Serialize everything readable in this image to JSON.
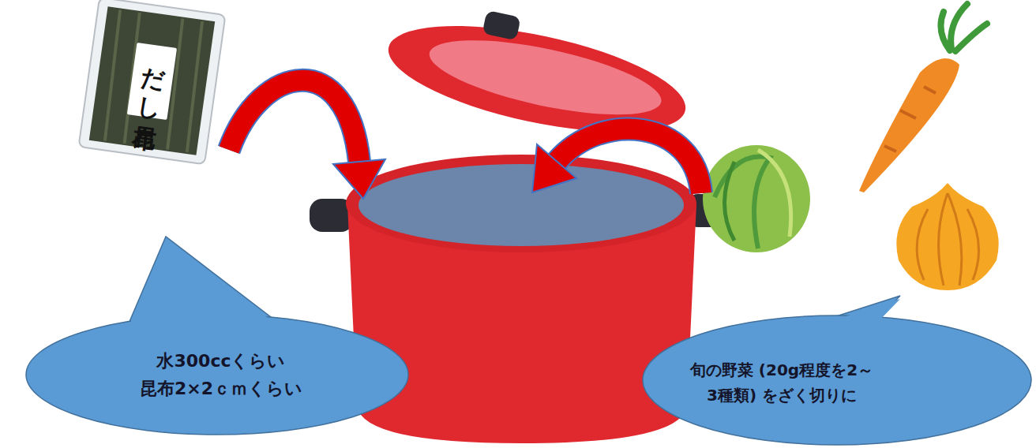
{
  "diagram": {
    "nodes": [
      {
        "text": [
          "だし昆布"
        ]
      },
      {
        "text": [
          "水300ccくらい 昆布2×2ｃｍくらい"
        ]
      },
      {
        "text": [
          "旬の野菜 (20g程度を2～3種類) をざく切りに"
        ]
      }
    ]
  }
}
